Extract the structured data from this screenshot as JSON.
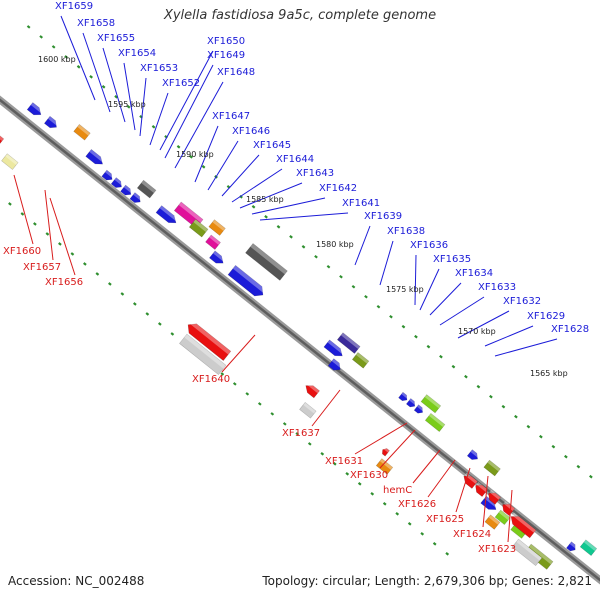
{
  "title": "Xylella fastidiosa 9a5c, complete genome",
  "footer": {
    "accession": "Accession: NC_002488",
    "summary": "Topology: circular; Length: 2,679,306 bp; Genes: 2,821"
  },
  "colors": {
    "forward_label": "#1c1cd8",
    "reverse_label": "#d81c1c",
    "backbone": "#888888",
    "tick": "#2f8f2f"
  },
  "scale_labels": [
    "1600 kbp",
    "1595 kbp",
    "1590 kbp",
    "1585 kbp",
    "1580 kbp",
    "1575 kbp",
    "1570 kbp",
    "1565 kbp"
  ],
  "forward_labels": [
    "XF1659",
    "XF1658",
    "XF1655",
    "XF1654",
    "XF1653",
    "XF1652",
    "XF1650",
    "XF1649",
    "XF1648",
    "XF1647",
    "XF1646",
    "XF1645",
    "XF1644",
    "XF1643",
    "XF1642",
    "XF1641",
    "XF1639",
    "XF1638",
    "XF1636",
    "XF1635",
    "XF1634",
    "XF1633",
    "XF1632",
    "XF1629",
    "XF1628"
  ],
  "reverse_labels": [
    "XF1660",
    "XF1657",
    "XF1656",
    "XF1640",
    "XF1637",
    "XF1631",
    "XF1630",
    "hemC",
    "XF1626",
    "XF1625",
    "XF1624",
    "XF1623"
  ]
}
